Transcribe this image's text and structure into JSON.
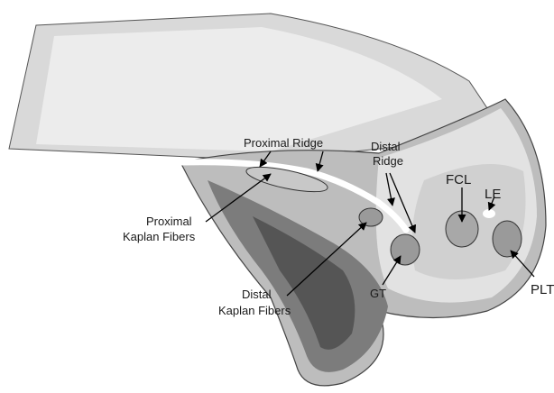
{
  "figure": {
    "labels": {
      "proximal_ridge": "Proximal Ridge",
      "distal_ridge_line1": "Distal",
      "distal_ridge_line2": "Ridge",
      "proximal_kaplan_line1": "Proximal",
      "proximal_kaplan_line2": "Kaplan Fibers",
      "distal_kaplan_line1": "Distal",
      "distal_kaplan_line2": "Kaplan Fibers",
      "fcl": "FCL",
      "le": "LE",
      "gt": "GT",
      "plt": "PLT"
    },
    "colors": {
      "bone_light": "#e9e9e9",
      "bone_mid": "#c8c8c8",
      "bone_dark": "#8e8e8e",
      "bone_darkest": "#5e5e5e",
      "insertion_fill": "#9a9a9a",
      "highlight": "#ffffff"
    }
  }
}
